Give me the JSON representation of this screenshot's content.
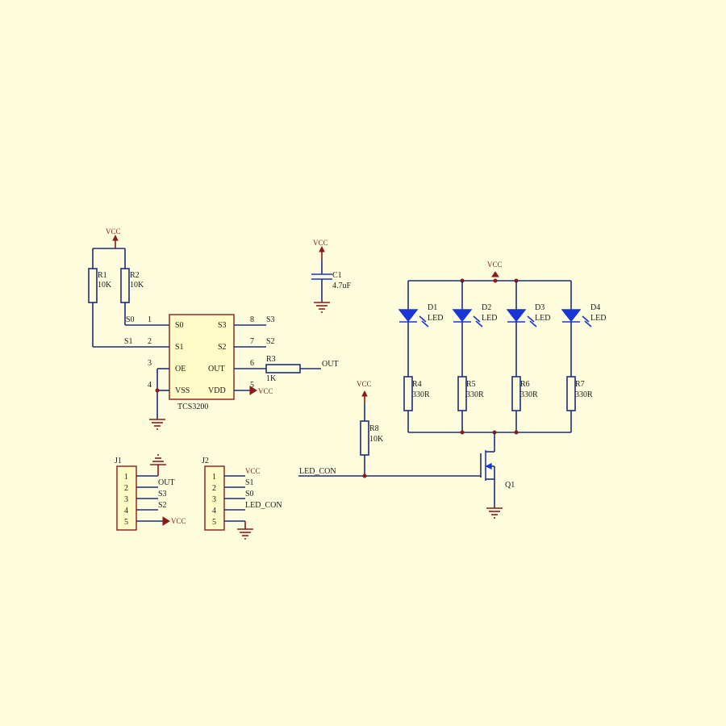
{
  "power": {
    "vcc": "VCC"
  },
  "ic": {
    "name": "TCS3200",
    "pins_left": [
      {
        "num": "1",
        "label": "S0"
      },
      {
        "num": "2",
        "label": "S1"
      },
      {
        "num": "3",
        "label": "OE"
      },
      {
        "num": "4",
        "label": "VSS"
      }
    ],
    "pins_right": [
      {
        "num": "8",
        "label": "S3"
      },
      {
        "num": "7",
        "label": "S2"
      },
      {
        "num": "6",
        "label": "OUT"
      },
      {
        "num": "5",
        "label": "VDD"
      }
    ]
  },
  "nets": {
    "s0": "S0",
    "s1": "S1",
    "s2": "S2",
    "s3": "S3",
    "out": "OUT",
    "led_con": "LED_CON",
    "vcc": "VCC"
  },
  "resistors": [
    {
      "ref": "R1",
      "value": "10K"
    },
    {
      "ref": "R2",
      "value": "10K"
    },
    {
      "ref": "R3",
      "value": "1K"
    },
    {
      "ref": "R4",
      "value": "330R"
    },
    {
      "ref": "R5",
      "value": "330R"
    },
    {
      "ref": "R6",
      "value": "330R"
    },
    {
      "ref": "R7",
      "value": "330R"
    },
    {
      "ref": "R8",
      "value": "10K"
    }
  ],
  "capacitor": {
    "ref": "C1",
    "value": "4.7uF"
  },
  "leds": [
    {
      "ref": "D1",
      "label": "LED"
    },
    {
      "ref": "D2",
      "label": "LED"
    },
    {
      "ref": "D3",
      "label": "LED"
    },
    {
      "ref": "D4",
      "label": "LED"
    }
  ],
  "transistor": {
    "ref": "Q1"
  },
  "j1": {
    "ref": "J1",
    "pins": [
      "1",
      "2",
      "3",
      "4",
      "5"
    ],
    "signals": [
      "OUT",
      "S3",
      "S2",
      "VCC"
    ]
  },
  "j2": {
    "ref": "J2",
    "pins": [
      "1",
      "2",
      "3",
      "4",
      "5"
    ],
    "signals": [
      "VCC",
      "S1",
      "S0",
      "LED_CON"
    ]
  }
}
